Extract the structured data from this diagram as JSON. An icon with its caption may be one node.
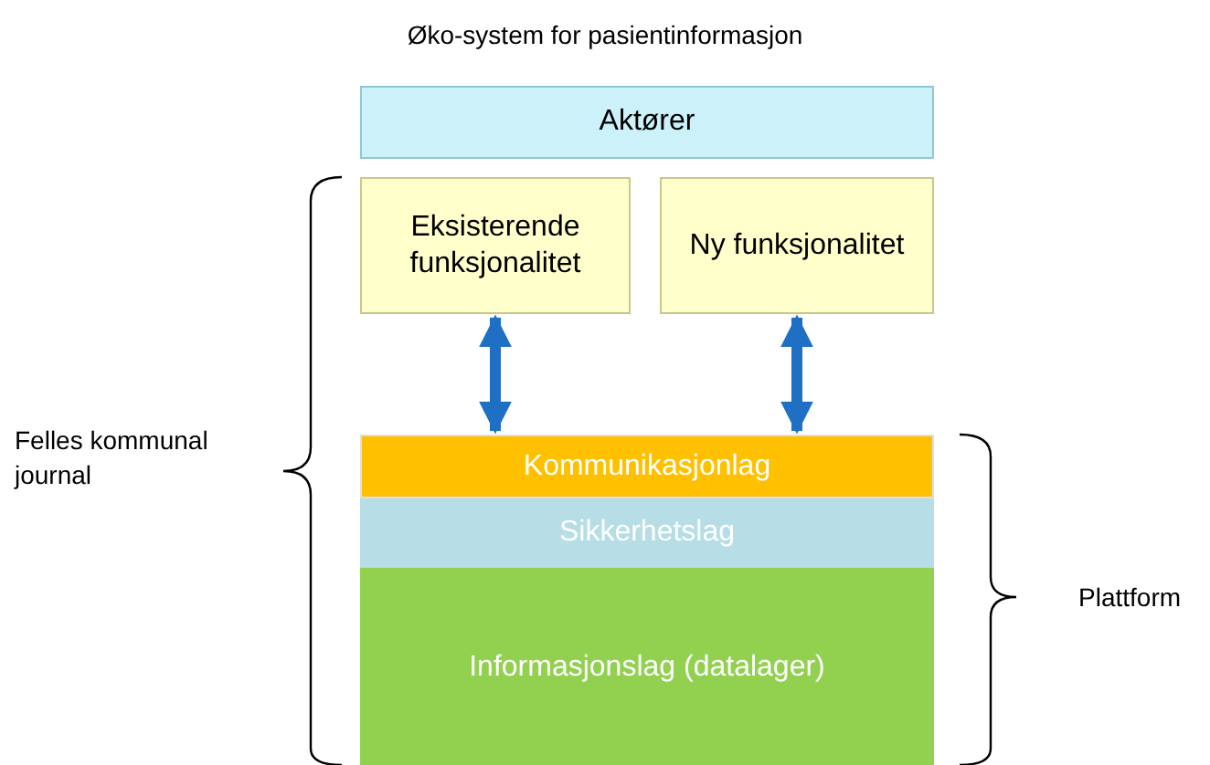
{
  "diagram": {
    "title": "Øko-system for pasientinformasjon",
    "nodes": [
      {
        "text": [
          "Aktører"
        ]
      },
      {
        "text": [
          "Eksisterende funksjonalitet"
        ]
      },
      {
        "text": [
          "Ny funksjonalitet"
        ]
      },
      {
        "text": [
          "Kommunikasjonlag"
        ]
      },
      {
        "text": [
          "Sikkerhetslag"
        ]
      },
      {
        "text": [
          "Informasjonslag (datalager)"
        ]
      }
    ],
    "edges": [
      {
        "from": 1,
        "to": 3,
        "arrow": "both"
      },
      {
        "from": 2,
        "to": 3,
        "arrow": "both"
      }
    ],
    "labels": [
      "Felles kommunal journal",
      "Plattform"
    ]
  }
}
